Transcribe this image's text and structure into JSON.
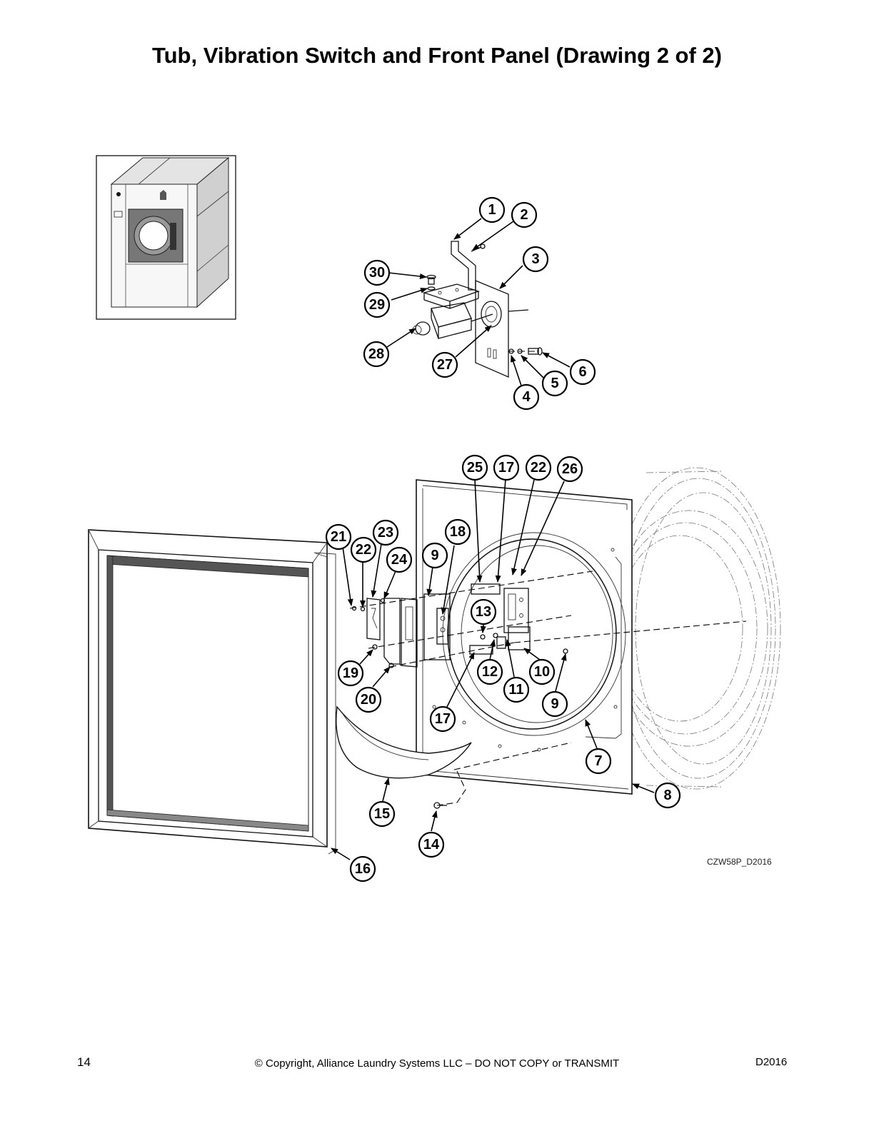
{
  "title": "Tub, Vibration Switch and Front Panel (Drawing 2 of 2)",
  "drawing_code": "CZW58P_D2016",
  "footer": {
    "page_number": "14",
    "copyright": "© Copyright, Alliance Laundry Systems LLC – DO NOT COPY or TRANSMIT",
    "doc_id": "D2016"
  },
  "callouts": {
    "c1": "1",
    "c2": "2",
    "c3": "3",
    "c4": "4",
    "c5": "5",
    "c6": "6",
    "c27": "27",
    "c28": "28",
    "c29": "29",
    "c30": "30",
    "c7": "7",
    "c8": "8",
    "c9a": "9",
    "c9b": "9",
    "c10": "10",
    "c11": "11",
    "c12": "12",
    "c13": "13",
    "c14": "14",
    "c15": "15",
    "c16": "16",
    "c17a": "17",
    "c17b": "17",
    "c18": "18",
    "c19": "19",
    "c20": "20",
    "c21": "21",
    "c22a": "22",
    "c22b": "22",
    "c23": "23",
    "c24": "24",
    "c25": "25",
    "c26": "26"
  }
}
